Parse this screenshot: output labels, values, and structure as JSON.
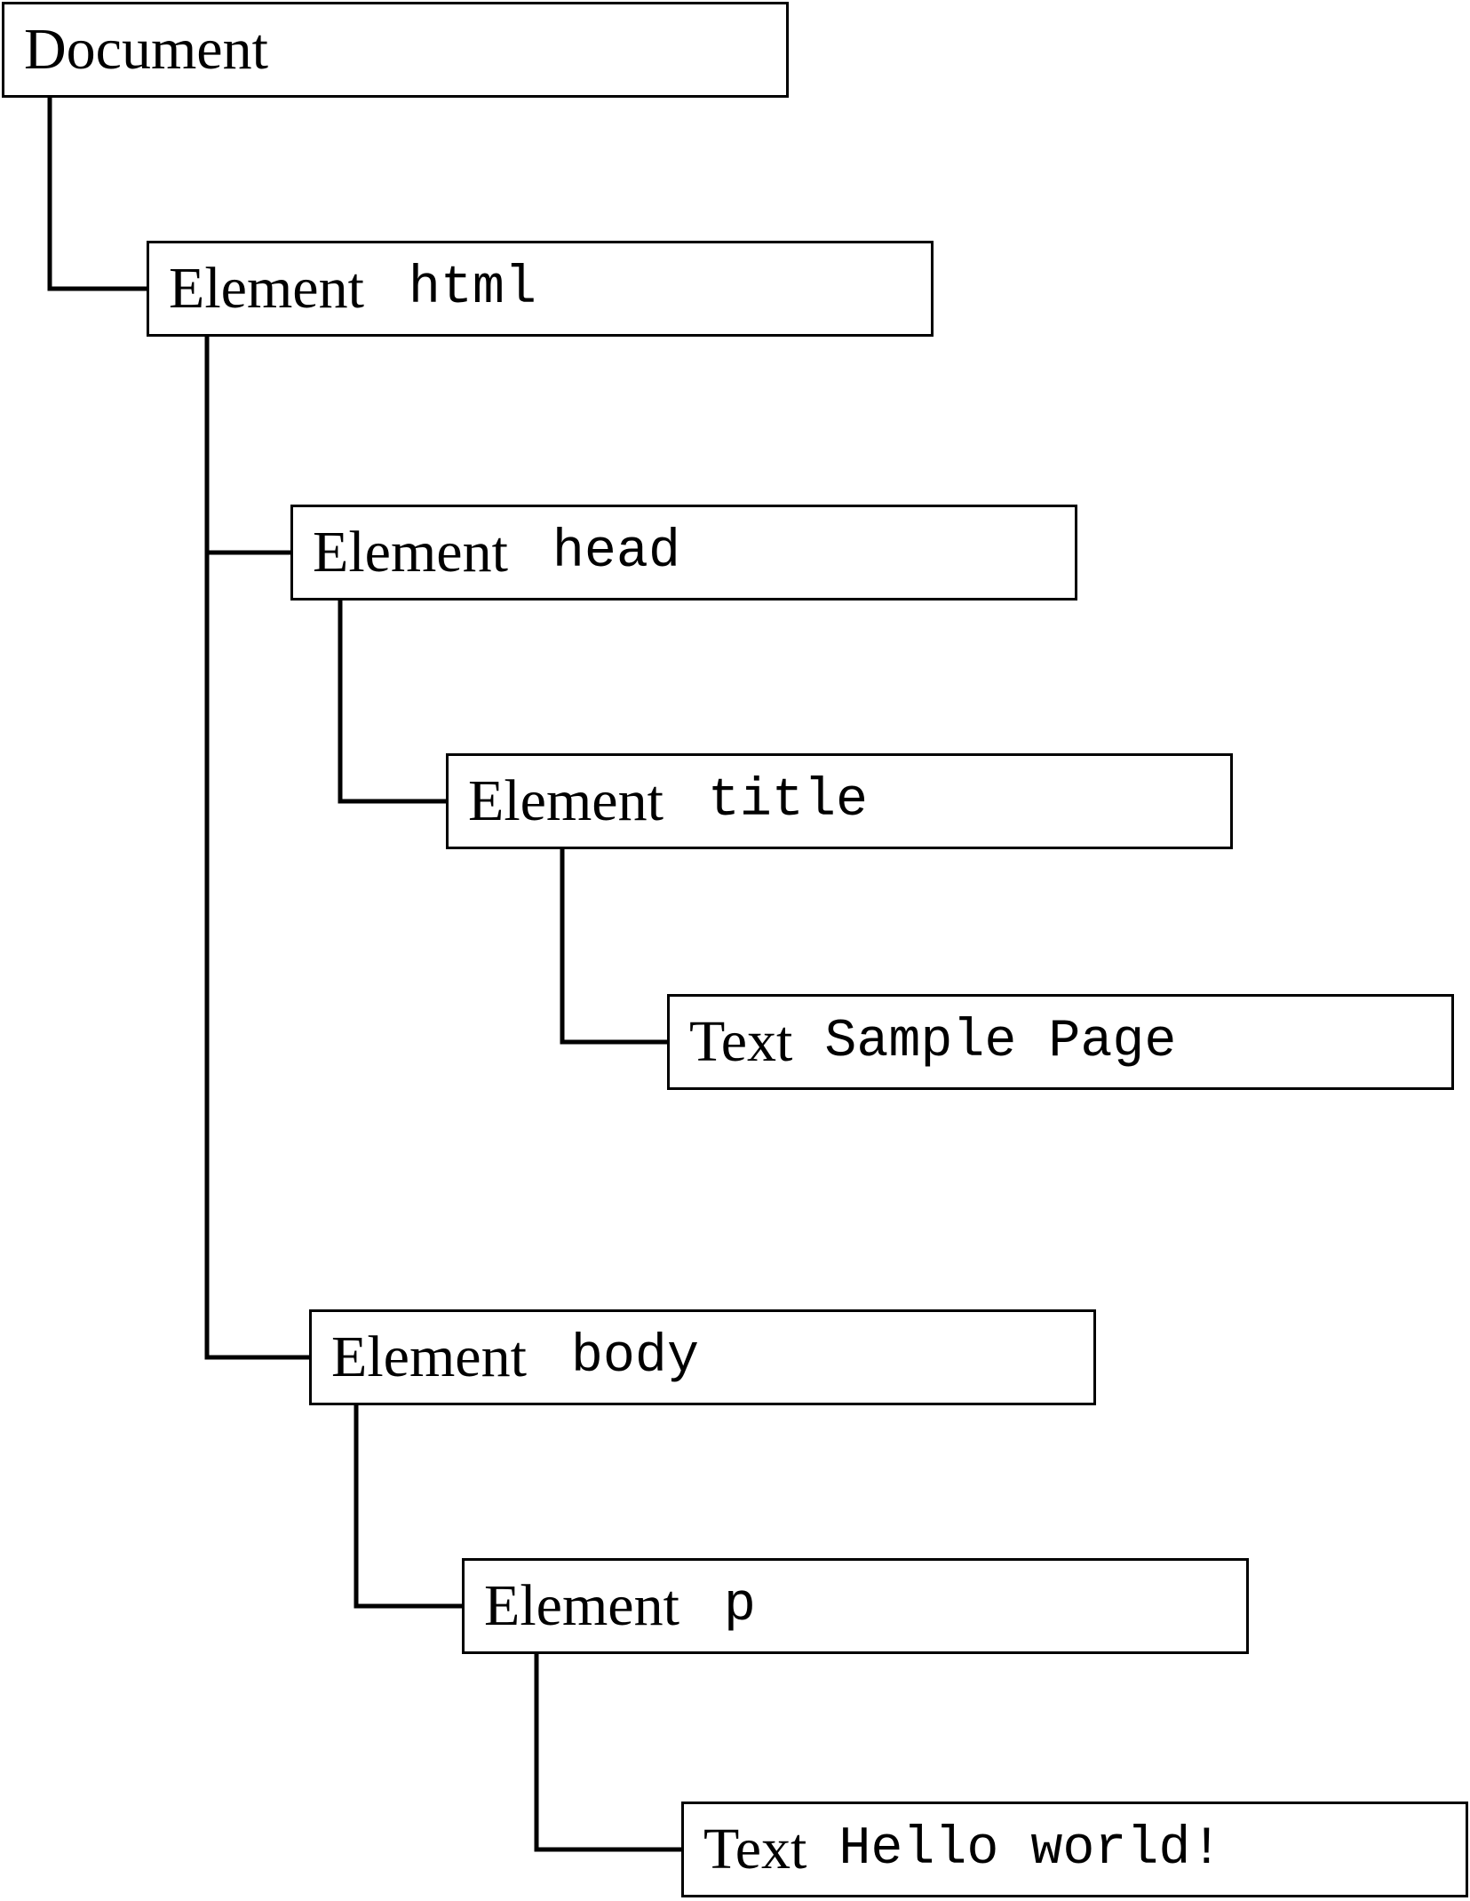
{
  "nodes": {
    "document": {
      "kind": "Document",
      "name": ""
    },
    "html": {
      "kind": "Element",
      "name": "html"
    },
    "head": {
      "kind": "Element",
      "name": "head"
    },
    "title": {
      "kind": "Element",
      "name": "title"
    },
    "title_text": {
      "kind": "Text",
      "name": "Sample Page"
    },
    "body": {
      "kind": "Element",
      "name": "body"
    },
    "p": {
      "kind": "Element",
      "name": "p"
    },
    "p_text": {
      "kind": "Text",
      "name": "Hello world!"
    }
  },
  "edges": [
    [
      "document",
      "html"
    ],
    [
      "html",
      "head"
    ],
    [
      "head",
      "title"
    ],
    [
      "title",
      "title_text"
    ],
    [
      "html",
      "body"
    ],
    [
      "body",
      "p"
    ],
    [
      "p",
      "p_text"
    ]
  ]
}
